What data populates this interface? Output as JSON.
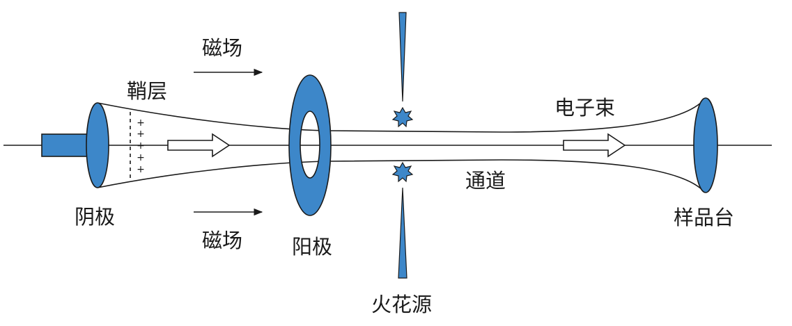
{
  "labels": {
    "magnetic_field_top": "磁场",
    "magnetic_field_bottom": "磁场",
    "sheath": "鞘层",
    "cathode": "阴极",
    "anode": "阳极",
    "spark_source": "火花源",
    "electron_beam": "电子束",
    "channel": "通道",
    "sample_stage": "样品台"
  },
  "sheath_marks": [
    "+",
    "+",
    "+",
    "+",
    "+"
  ],
  "colors": {
    "component_fill": "#3d87c9",
    "line": "#1a1a1a",
    "background": "#ffffff"
  }
}
